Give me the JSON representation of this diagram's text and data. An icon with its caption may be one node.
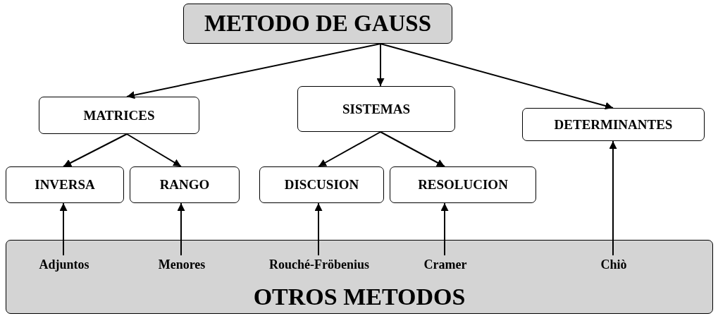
{
  "diagram": {
    "nodes": [
      {
        "text": [
          "METODO DE GAUSS"
        ]
      },
      {
        "text": [
          "MATRICES"
        ]
      },
      {
        "text": [
          "SISTEMAS"
        ]
      },
      {
        "text": [
          "DETERMINANTES"
        ]
      },
      {
        "text": [
          "INVERSA"
        ]
      },
      {
        "text": [
          "RANGO"
        ]
      },
      {
        "text": [
          "DISCUSION"
        ]
      },
      {
        "text": [
          "RESOLUCION"
        ]
      },
      {
        "text": [
          "OTROS METODOS"
        ]
      },
      {
        "text": [
          "Adjuntos"
        ],
        "in": 8
      },
      {
        "text": [
          "Menores"
        ],
        "in": 8
      },
      {
        "text": [
          "Rouché-Fröbenius"
        ],
        "in": 8
      },
      {
        "text": [
          "Cramer"
        ],
        "in": 8
      },
      {
        "text": [
          "Chiò"
        ],
        "in": 8
      }
    ],
    "edges": [
      {
        "from": 0,
        "to": 1,
        "arrow": "to"
      },
      {
        "from": 0,
        "to": 2,
        "arrow": "to"
      },
      {
        "from": 0,
        "to": 3,
        "arrow": "to"
      },
      {
        "from": 1,
        "to": 4,
        "arrow": "to"
      },
      {
        "from": 1,
        "to": 5,
        "arrow": "to"
      },
      {
        "from": 2,
        "to": 6,
        "arrow": "to"
      },
      {
        "from": 2,
        "to": 7,
        "arrow": "to"
      },
      {
        "from": 9,
        "to": 4,
        "arrow": "to"
      },
      {
        "from": 10,
        "to": 5,
        "arrow": "to"
      },
      {
        "from": 11,
        "to": 6,
        "arrow": "to"
      },
      {
        "from": 12,
        "to": 7,
        "arrow": "to"
      },
      {
        "from": 13,
        "to": 3,
        "arrow": "to"
      }
    ]
  }
}
